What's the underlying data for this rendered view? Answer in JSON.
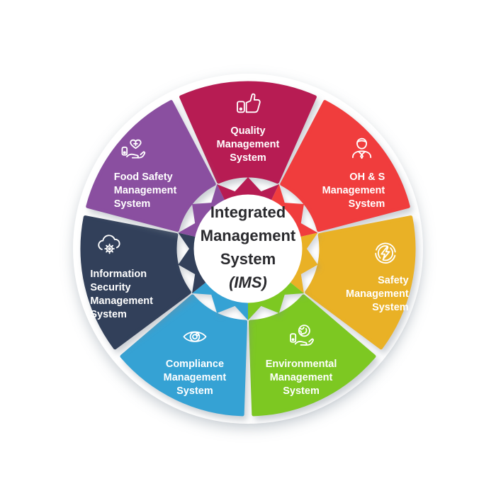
{
  "center": {
    "lines": [
      "Integrated",
      "Management",
      "System"
    ],
    "subtitle": "(IMS)",
    "text_color": "#2a2a2e",
    "circle_color": "#ffffff"
  },
  "segments": {
    "label_text_color": "#ffffff",
    "items": [
      {
        "id": "quality",
        "lines": [
          "Quality",
          "Management",
          "System"
        ],
        "color": "#b71e53",
        "icon": "thumbs-up-icon",
        "align": "center"
      },
      {
        "id": "ohs",
        "lines": [
          "OH & S",
          "Management",
          "System"
        ],
        "color": "#f03c3e",
        "icon": "worker-icon",
        "align": "right"
      },
      {
        "id": "safety",
        "lines": [
          "Safety",
          "Management",
          "System"
        ],
        "color": "#e9b125",
        "icon": "electric-safety-icon",
        "align": "right"
      },
      {
        "id": "environmental",
        "lines": [
          "Environmental",
          "Management",
          "System"
        ],
        "color": "#7dc823",
        "icon": "globe-hand-icon",
        "align": "center"
      },
      {
        "id": "compliance",
        "lines": [
          "Compliance",
          "Management",
          "System"
        ],
        "color": "#35a2d4",
        "icon": "eye-icon",
        "align": "center"
      },
      {
        "id": "infosec",
        "lines": [
          "Information",
          "Security",
          "Management",
          "System"
        ],
        "color": "#30405a",
        "icon": "cloud-gear-icon",
        "align": "left"
      },
      {
        "id": "foodsafety",
        "lines": [
          "Food Safety",
          "Management",
          "System"
        ],
        "color": "#8a4fa0",
        "icon": "heart-hand-icon",
        "align": "left"
      }
    ]
  },
  "wheel": {
    "background": "#ffffff",
    "plate_color": "#ffffff"
  }
}
